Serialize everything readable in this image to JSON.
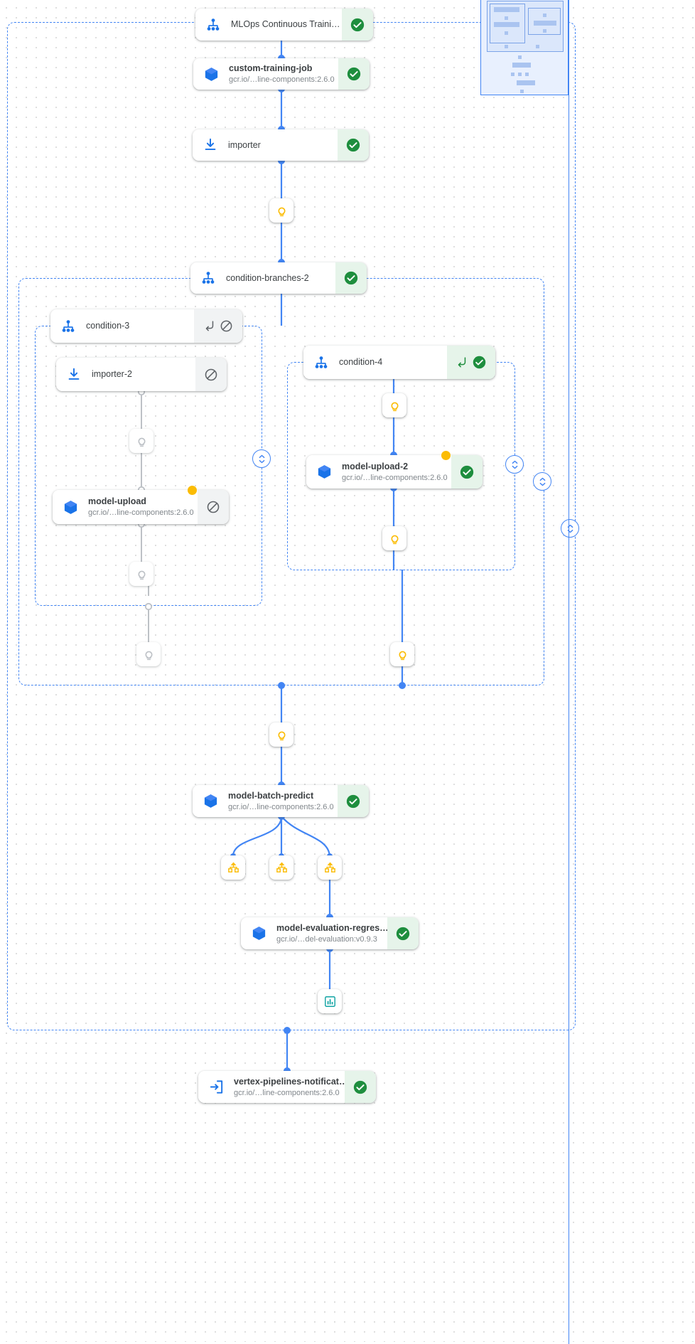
{
  "app": {
    "name": "vertex-ai-pipeline-dag",
    "view": "pipeline-run-graph"
  },
  "colors": {
    "accent_blue": "#4285f4",
    "success_green": "#1e8e3e",
    "success_bg": "#e6f4ea",
    "warning_yellow": "#fbbc04",
    "skipped_grey": "#5f6368",
    "skipped_bg": "#f1f3f4",
    "text_primary": "#3c4043",
    "text_secondary": "#80868b",
    "dashed_border": "#4285f4",
    "canvas_dot": "#d8d8d8"
  },
  "nodes": [
    {
      "id": "mlops-continuous-training",
      "title": "MLOps Continuous Traini…",
      "subtitle": "",
      "icon": "pipeline-dag-icon",
      "status": "succeeded",
      "status_icon": "check-circle-icon"
    },
    {
      "id": "custom-training-job",
      "title": "custom-training-job",
      "subtitle": "gcr.io/…line-components:2.6.0",
      "icon": "container-cube-icon",
      "status": "succeeded",
      "status_icon": "check-circle-icon"
    },
    {
      "id": "importer",
      "title": "importer",
      "subtitle": "",
      "icon": "import-download-icon",
      "status": "succeeded",
      "status_icon": "check-circle-icon"
    },
    {
      "id": "condition-branches-2",
      "title": "condition-branches-2",
      "subtitle": "",
      "icon": "pipeline-dag-icon",
      "status": "succeeded",
      "status_icon": "check-circle-icon"
    },
    {
      "id": "condition-3",
      "title": "condition-3",
      "subtitle": "",
      "icon": "pipeline-dag-icon",
      "status": "skipped",
      "status_icon": "block-circle-icon",
      "extra_icon": "branch-arrow-icon"
    },
    {
      "id": "importer-2",
      "title": "importer-2",
      "subtitle": "",
      "icon": "import-download-icon",
      "status": "skipped",
      "status_icon": "block-circle-icon"
    },
    {
      "id": "model-upload",
      "title": "model-upload",
      "subtitle": "gcr.io/…line-components:2.6.0",
      "icon": "container-cube-icon",
      "status": "skipped",
      "status_icon": "block-circle-icon",
      "badge": "warning-dot"
    },
    {
      "id": "condition-4",
      "title": "condition-4",
      "subtitle": "",
      "icon": "pipeline-dag-icon",
      "status": "succeeded",
      "status_icon": "check-circle-icon",
      "extra_icon": "branch-arrow-icon"
    },
    {
      "id": "model-upload-2",
      "title": "model-upload-2",
      "subtitle": "gcr.io/…line-components:2.6.0",
      "icon": "container-cube-icon",
      "status": "succeeded",
      "status_icon": "check-circle-icon",
      "badge": "warning-dot"
    },
    {
      "id": "model-batch-predict",
      "title": "model-batch-predict",
      "subtitle": "gcr.io/…line-components:2.6.0",
      "icon": "container-cube-icon",
      "status": "succeeded",
      "status_icon": "check-circle-icon"
    },
    {
      "id": "model-evaluation-regression",
      "title": "model-evaluation-regres…",
      "subtitle": "gcr.io/…del-evaluation:v0.9.3",
      "icon": "container-cube-icon",
      "status": "succeeded",
      "status_icon": "check-circle-icon"
    },
    {
      "id": "vertex-pipelines-notification",
      "title": "vertex-pipelines-notificat…",
      "subtitle": "gcr.io/…line-components:2.6.0",
      "icon": "exit-arrow-icon",
      "status": "succeeded",
      "status_icon": "check-circle-icon"
    }
  ],
  "artifacts": [
    {
      "id": "artifact-1",
      "icon": "lightbulb-icon",
      "state": "active"
    },
    {
      "id": "artifact-2",
      "icon": "lightbulb-icon",
      "state": "skipped"
    },
    {
      "id": "artifact-3",
      "icon": "lightbulb-icon",
      "state": "skipped"
    },
    {
      "id": "artifact-4",
      "icon": "lightbulb-icon",
      "state": "skipped"
    },
    {
      "id": "artifact-5",
      "icon": "lightbulb-icon",
      "state": "active"
    },
    {
      "id": "artifact-6",
      "icon": "lightbulb-icon",
      "state": "active"
    },
    {
      "id": "artifact-7",
      "icon": "lightbulb-icon",
      "state": "active"
    },
    {
      "id": "artifact-8",
      "icon": "lightbulb-icon",
      "state": "active"
    },
    {
      "id": "dataset-1",
      "icon": "dataset-icon",
      "state": "active"
    },
    {
      "id": "dataset-2",
      "icon": "dataset-icon",
      "state": "active"
    },
    {
      "id": "dataset-3",
      "icon": "dataset-icon",
      "state": "active"
    },
    {
      "id": "metrics-1",
      "icon": "metrics-chart-icon",
      "state": "active"
    }
  ],
  "toggles": [
    {
      "id": "collapse-condition-3",
      "icon": "expand-collapse-icon"
    },
    {
      "id": "collapse-condition-4",
      "icon": "expand-collapse-icon"
    },
    {
      "id": "collapse-condition-branches",
      "icon": "expand-collapse-icon"
    },
    {
      "id": "collapse-root",
      "icon": "expand-collapse-icon"
    }
  ],
  "minimap": {
    "name": "graph-minimap",
    "viewport_label": ""
  }
}
